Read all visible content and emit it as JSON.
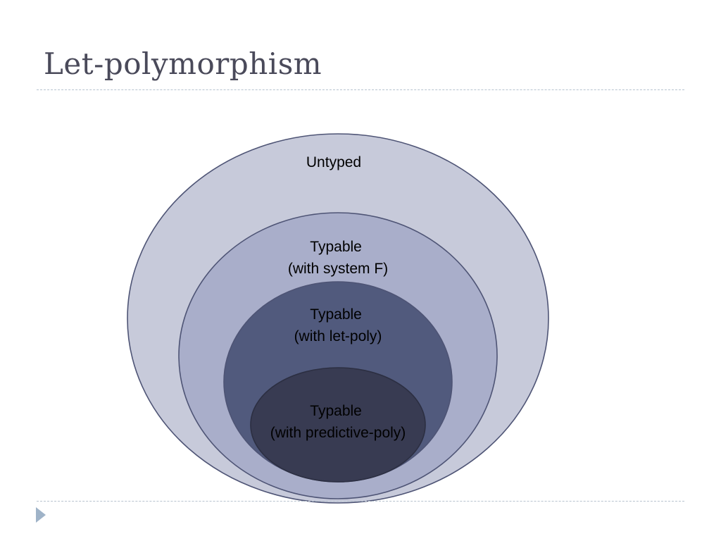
{
  "slide": {
    "title": "Let-polymorphism"
  },
  "diagram": {
    "sets": [
      {
        "id": "untyped",
        "lines": [
          "Untyped"
        ],
        "fill": "#c7cada",
        "stroke": "#4e5475"
      },
      {
        "id": "system-f",
        "lines": [
          "Typable",
          "(with system F)"
        ],
        "fill": "#a9aeca",
        "stroke": "#4e5475"
      },
      {
        "id": "let-poly",
        "lines": [
          "Typable",
          "(with let-poly)"
        ],
        "fill": "#515a7d",
        "stroke": "#4e5475"
      },
      {
        "id": "predictive-poly",
        "lines": [
          "Typable",
          "(with predictive-poly)"
        ],
        "fill": "#383b52",
        "stroke": "#2c2f42"
      }
    ]
  },
  "nav": {
    "icon": "play-triangle-icon",
    "color": "#9fb3c8"
  },
  "divider_color": "#b7c3cf"
}
